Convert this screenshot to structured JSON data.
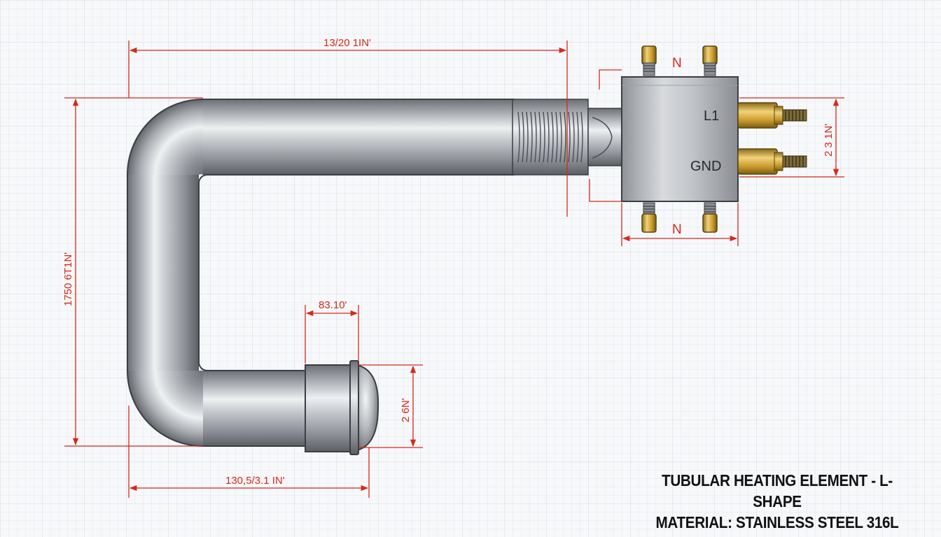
{
  "dimensions": {
    "top_length": "13/20 1IN'",
    "left_height": "1750 6T1N'",
    "bottom_length": "130,5/3.1 IN'",
    "cap_width": "83.10'",
    "cap_height": "2 6N'",
    "terminal_spacing": "2 3 1N'"
  },
  "terminals": {
    "top_label": "N",
    "bottom_label": "N",
    "l1": "L1",
    "gnd": "GND"
  },
  "caption": {
    "line1": "TUBULAR HEATING ELEMENT - L-SHAPE",
    "line2": "MATERIAL: STAINLESS STEEL 316L"
  },
  "colors": {
    "dimension": "#d42a1c",
    "grid": "#dfe3ea",
    "steel": "#9a9ea4",
    "brass": "#c9a43a"
  }
}
